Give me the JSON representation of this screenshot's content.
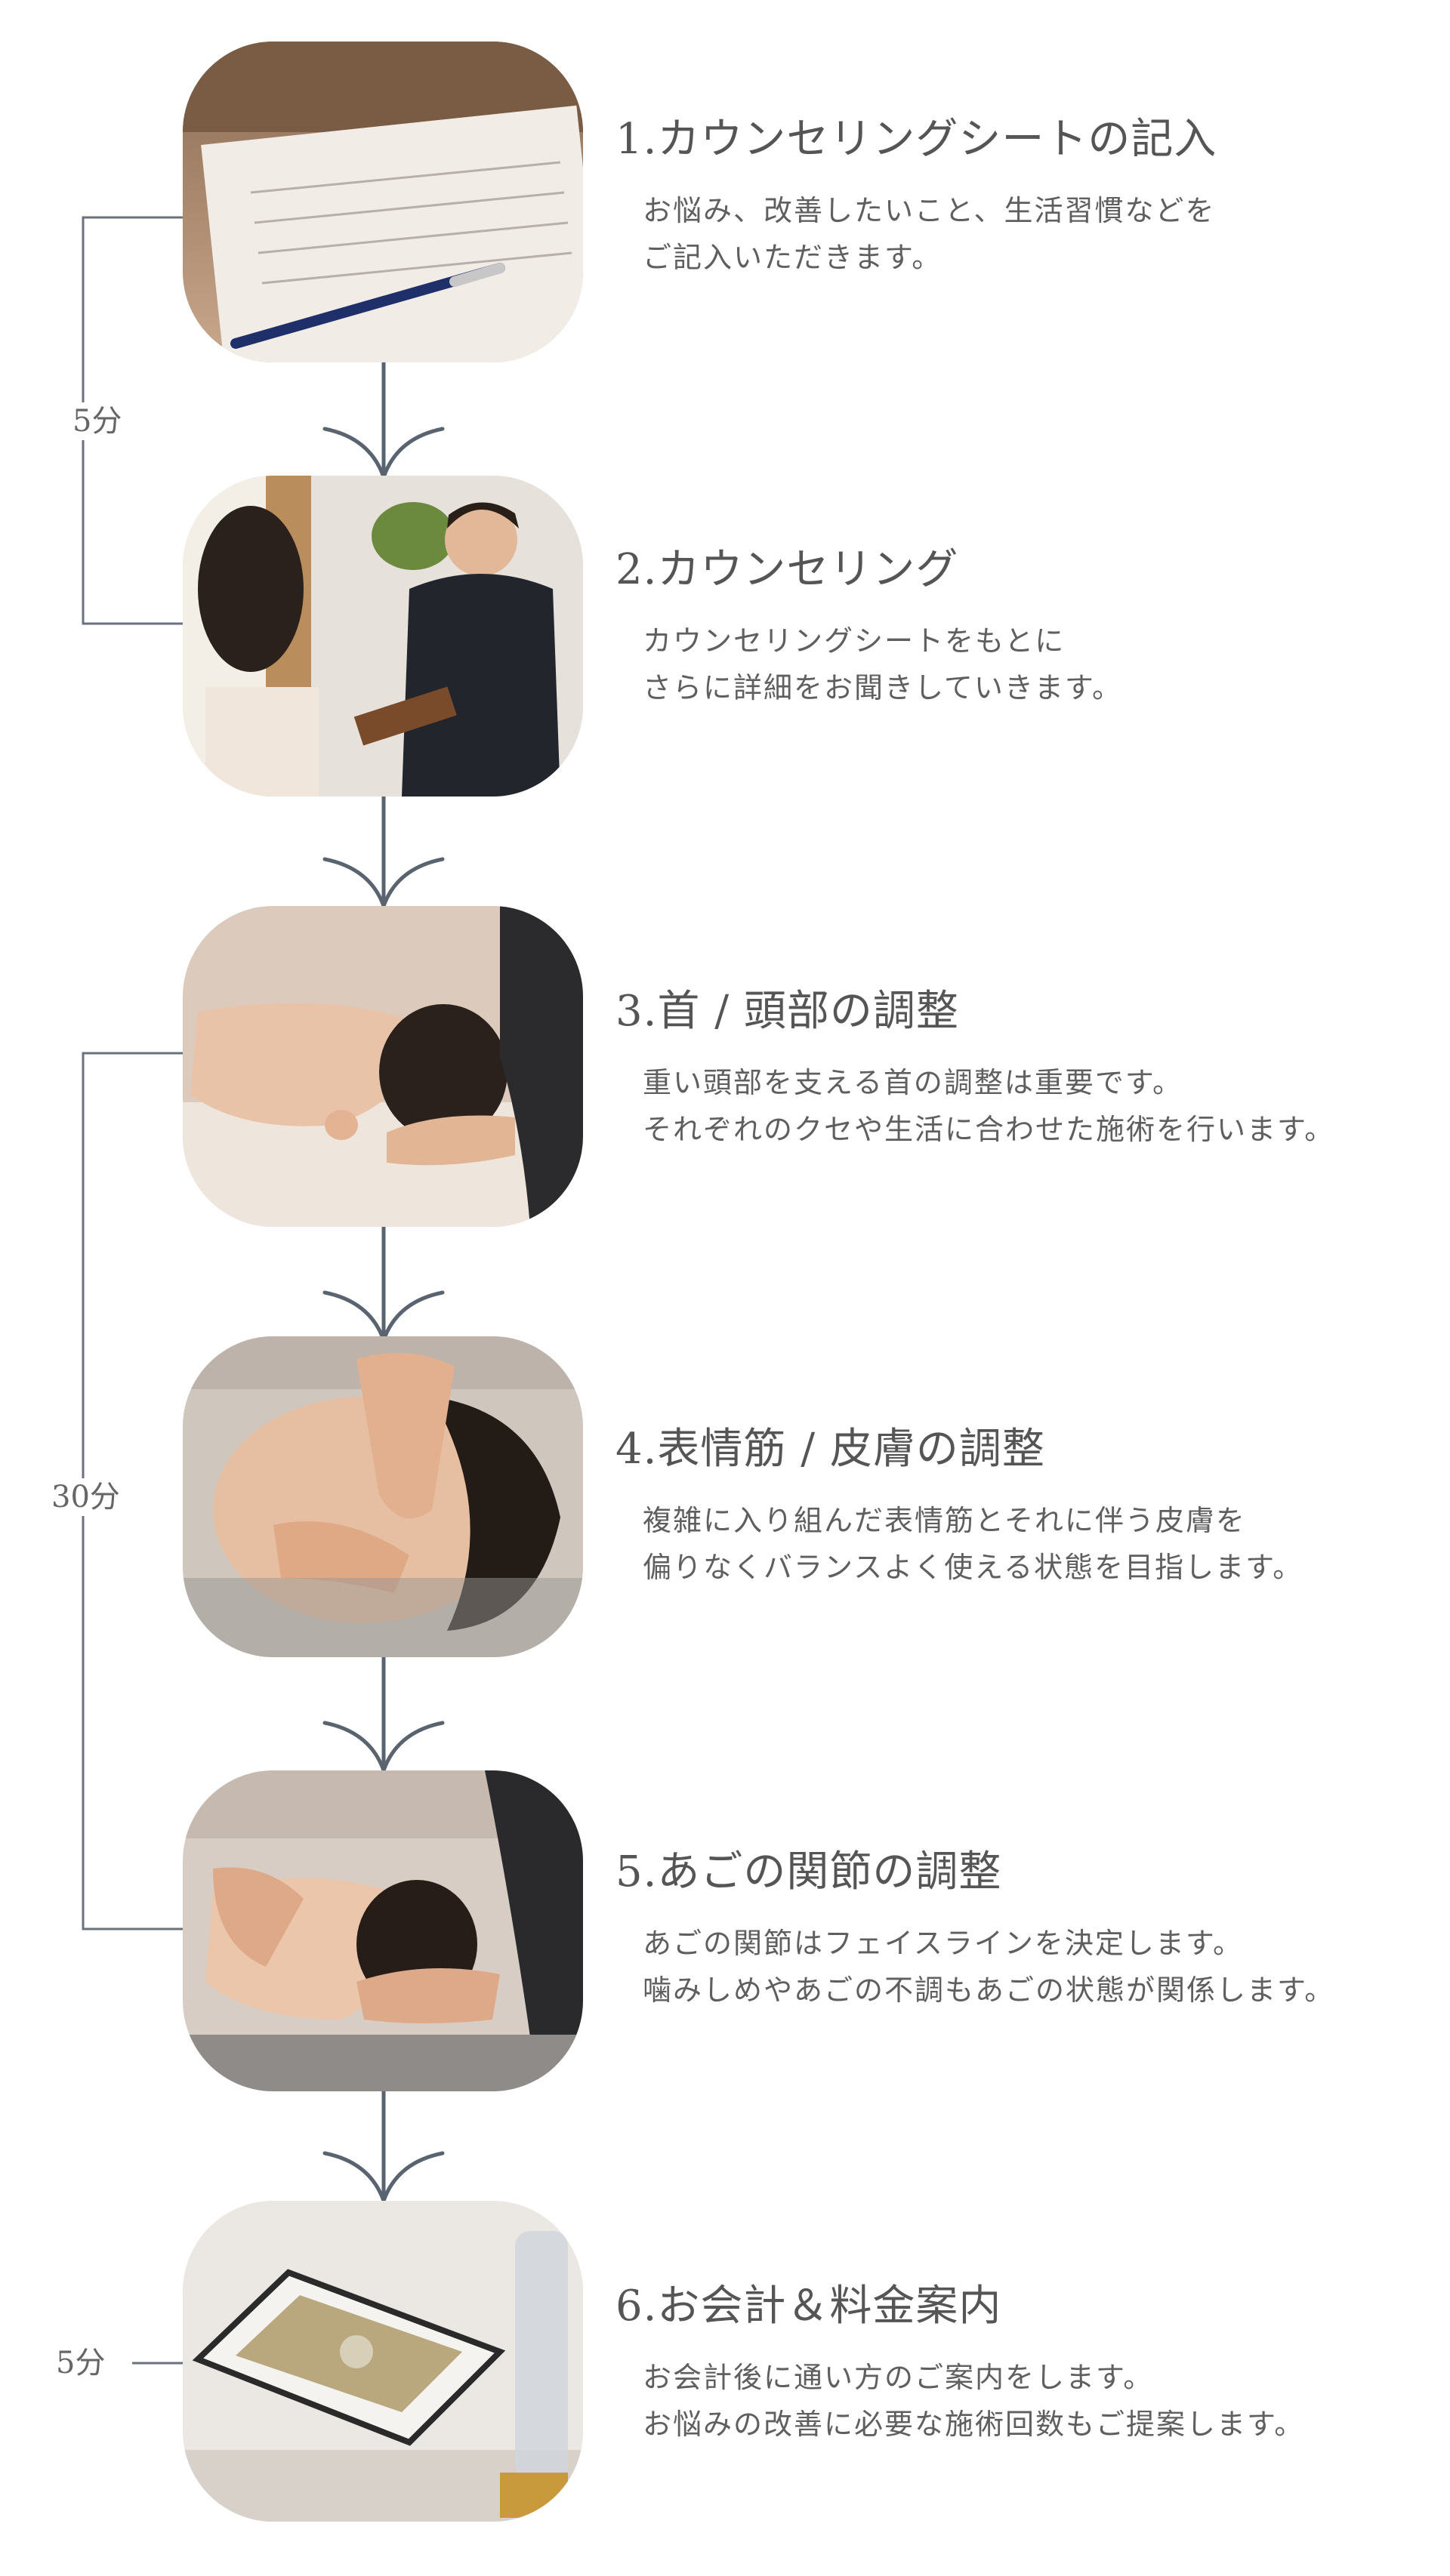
{
  "colors": {
    "connector": "#5a6470",
    "text": "#555555",
    "background": "#ffffff"
  },
  "durations": [
    {
      "label": "5分",
      "spans_steps": [
        1,
        2
      ]
    },
    {
      "label": "30分",
      "spans_steps": [
        3,
        4,
        5
      ]
    },
    {
      "label": "5分",
      "spans_steps": [
        6
      ]
    }
  ],
  "steps": [
    {
      "title": "1.カウンセリングシートの記入",
      "desc": [
        "お悩み、改善したいこと、生活習慣などを",
        "ご記入いただきます。"
      ],
      "photo": "counseling-sheet-with-pen"
    },
    {
      "title": "2.カウンセリング",
      "desc": [
        "カウンセリングシートをもとに",
        "さらに詳細をお聞きしていきます。"
      ],
      "photo": "practitioner-talking-with-client"
    },
    {
      "title": "3.首 / 頭部の調整",
      "desc": [
        "重い頭部を支える首の調整は重要です。",
        "それぞれのクセや生活に合わせた施術を行います。"
      ],
      "photo": "neck-adjustment"
    },
    {
      "title": "4.表情筋 / 皮膚の調整",
      "desc": [
        "複雑に入り組んだ表情筋とそれに伴う皮膚を",
        "偏りなくバランスよく使える状態を目指します。"
      ],
      "photo": "facial-muscle-treatment"
    },
    {
      "title": "5.あごの関節の調整",
      "desc": [
        "あごの関節はフェイスラインを決定します。",
        "噛みしめやあごの不調もあごの状態が関係します。"
      ],
      "photo": "jaw-joint-adjustment"
    },
    {
      "title": "6.お会計＆料金案内",
      "desc": [
        "お会計後に通い方のご案内をします。",
        "お悩みの改善に必要な施術回数もご提案します。"
      ],
      "photo": "payment-tray-with-bill"
    }
  ]
}
